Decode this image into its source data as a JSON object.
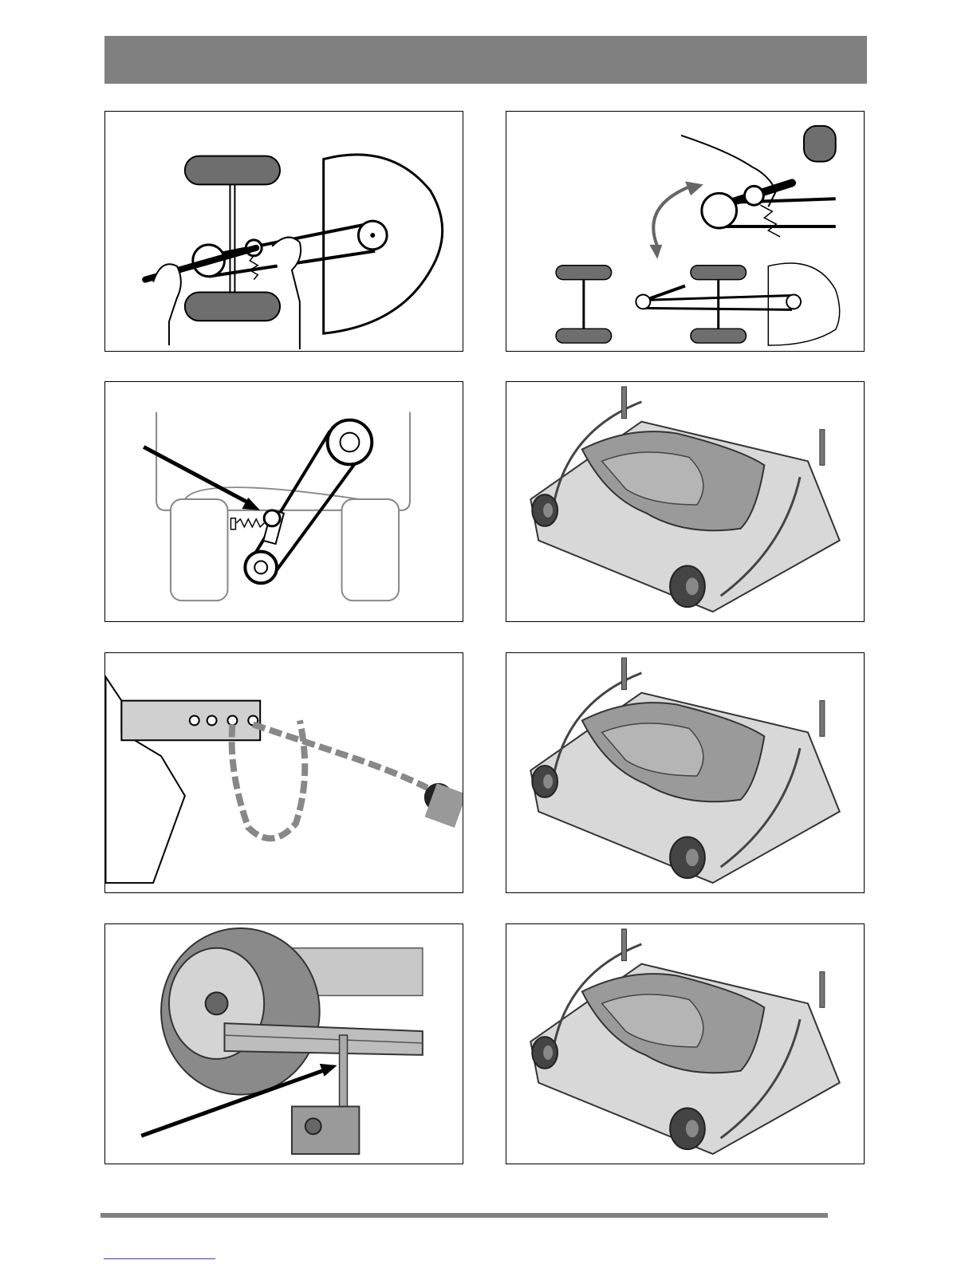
{
  "header": {
    "bar_color": "#808080"
  },
  "panels": [
    {
      "id": "belt-tension-hands",
      "icon": "belt-tensioner-hands-illustration"
    },
    {
      "id": "belt-tension-overview",
      "icon": "belt-tensioner-overview-illustration"
    },
    {
      "id": "idler-pulley-arrow",
      "icon": "idler-pulley-diagram"
    },
    {
      "id": "mower-deck-1",
      "icon": "mower-deck-illustration"
    },
    {
      "id": "safety-chain",
      "icon": "safety-chain-illustration"
    },
    {
      "id": "mower-deck-2",
      "icon": "mower-deck-illustration"
    },
    {
      "id": "wheel-pin-arrow",
      "icon": "wheel-lock-pin-illustration"
    },
    {
      "id": "mower-deck-3",
      "icon": "mower-deck-illustration"
    }
  ],
  "footer": {
    "rule_color": "#808080",
    "link_color": "#3b3bd6"
  }
}
